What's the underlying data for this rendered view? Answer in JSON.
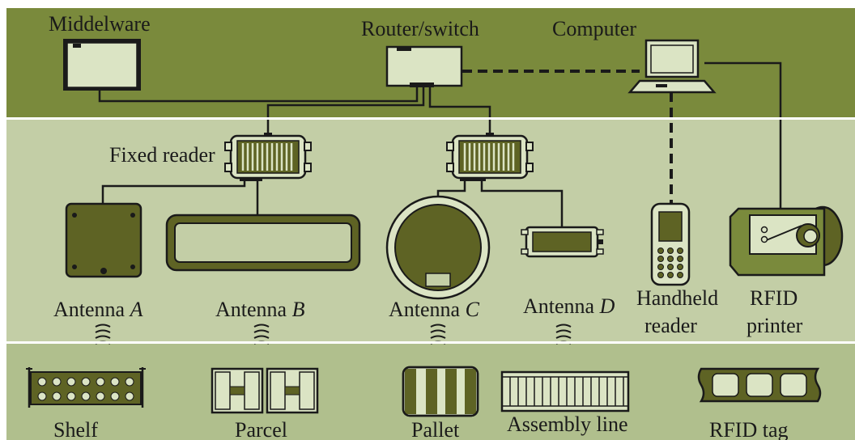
{
  "labels": {
    "middleware": "Middelware",
    "router": "Router/switch",
    "computer": "Computer",
    "fixed_reader": "Fixed reader",
    "antenna_a": {
      "text": "Antenna ",
      "letter": "A"
    },
    "antenna_b": {
      "text": "Antenna ",
      "letter": "B"
    },
    "antenna_c": {
      "text": "Antenna ",
      "letter": "C"
    },
    "antenna_d": {
      "text": "Antenna ",
      "letter": "D"
    },
    "handheld_line1": "Handheld",
    "handheld_line2": "reader",
    "printer_line1": "RFID",
    "printer_line2": "printer",
    "shelf": "Shelf",
    "parcel": "Parcel",
    "pallet": "Pallet",
    "assembly_line": "Assembly line",
    "rfid_tag": "RFID tag"
  },
  "colors": {
    "top_band": "#7a8a3c",
    "middle_band": "#c3cea6",
    "bottom_band": "#b0bf8d",
    "device_fill": "#dbe4c4",
    "device_dark": "#5e6324",
    "outline": "#1a1a1a",
    "separator": "#ffffff"
  }
}
